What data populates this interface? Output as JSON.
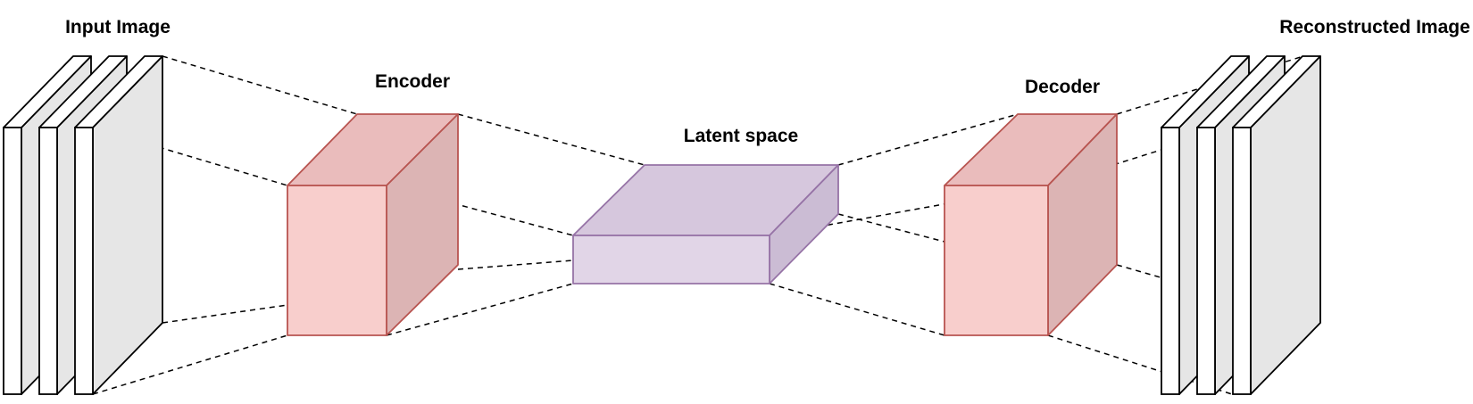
{
  "labels": {
    "input": "Input Image",
    "encoder": "Encoder",
    "latent": "Latent space",
    "decoder": "Decoder",
    "output": "Reconstructed Image"
  },
  "colors": {
    "line": "#000000",
    "slab_front": "#ffffff",
    "slab_side": "#e6e6e6",
    "slab_stroke": "#000000",
    "block_front": "#f8cecc",
    "block_top": "#eabcbc",
    "block_side": "#dcb4b4",
    "block_stroke": "#b85450",
    "latent_front": "#e1d5e7",
    "latent_top": "#d6c7dd",
    "latent_side": "#cbbcd4",
    "latent_stroke": "#9673a6"
  }
}
